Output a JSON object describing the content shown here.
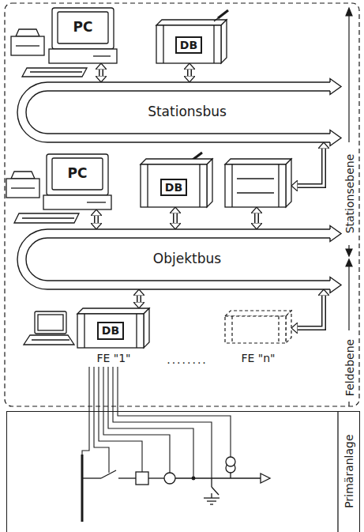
{
  "diagram": {
    "nodes": [
      {
        "text": [
          "PC"
        ]
      },
      {
        "text": [
          "DB"
        ]
      },
      {
        "text": [
          "Stationsbus"
        ]
      },
      {
        "text": [
          "PC"
        ]
      },
      {
        "text": [
          "DB"
        ]
      },
      {
        "text": [
          "Objektbus"
        ]
      },
      {
        "text": [
          "DB",
          "FE \"1\""
        ]
      },
      {
        "text": [
          "FE \"n\""
        ]
      },
      {
        "text": [
          "Primäranlage"
        ]
      }
    ],
    "edges": [
      {
        "from": 0,
        "to": 2,
        "arrow": "both"
      },
      {
        "from": 1,
        "to": 2,
        "arrow": "both"
      },
      {
        "from": 3,
        "to": 5,
        "arrow": "both"
      },
      {
        "from": 4,
        "to": 5,
        "arrow": "both"
      },
      {
        "from": 6,
        "to": 5,
        "arrow": "both"
      },
      {
        "from": 7,
        "to": 5,
        "arrow": "both"
      },
      {
        "from": 6,
        "to": 8,
        "arrow": "none"
      }
    ],
    "labels": [
      "Stationsebene",
      "Feldebene",
      "........"
    ]
  }
}
